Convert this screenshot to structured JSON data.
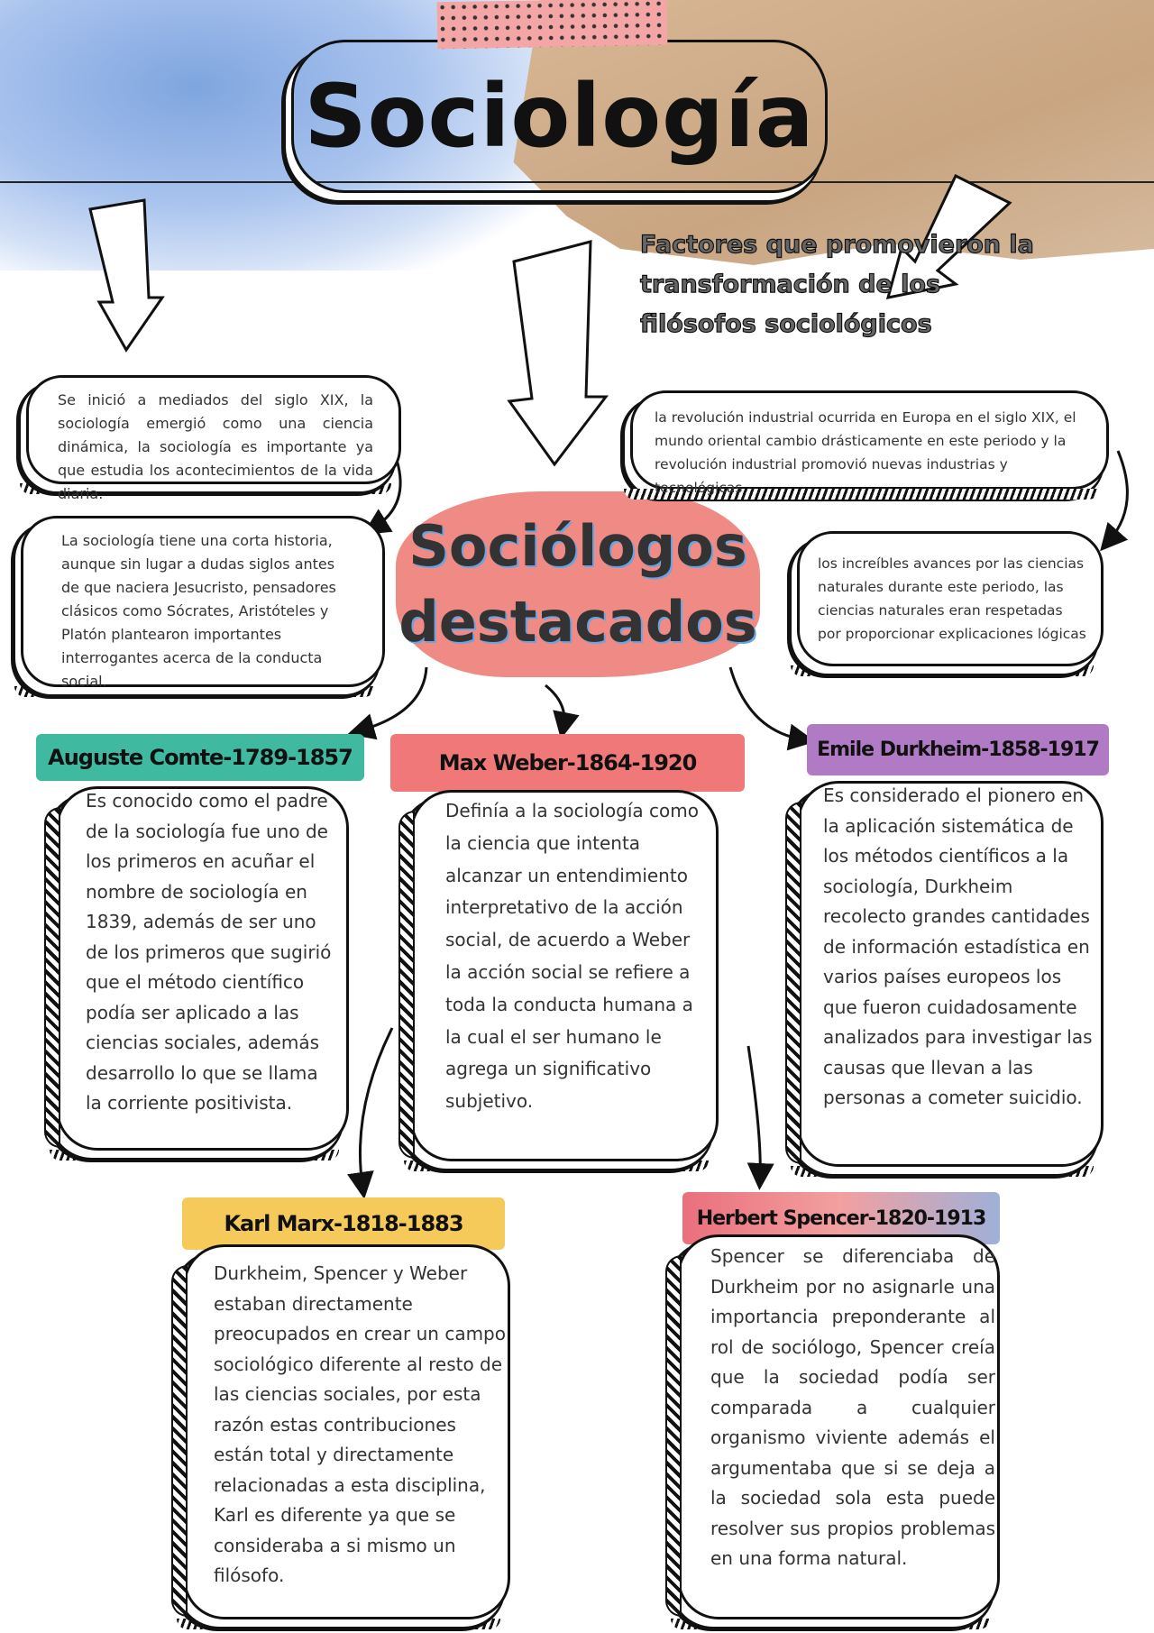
{
  "title": "Sociología",
  "intro_boxes": [
    "Se inició a mediados del siglo XIX, la sociología emergió como una ciencia dinámica, la sociología es importante ya que estudia los acontecimientos de la vida diaria.",
    "La sociología tiene una corta historia, aunque sin lugar a dudas siglos antes de que naciera Jesucristo, pensadores clásicos como Sócrates, Aristóteles y Platón plantearon importantes interrogantes acerca de la conducta social."
  ],
  "factores": {
    "title": "Factores que promovieron la transformación de los filósofos sociológicos",
    "items": [
      "la revolución industrial ocurrida en Europa en el siglo XIX, el mundo oriental cambio drásticamente en este periodo y la revolución industrial promovió nuevas industrias y tecnológicas",
      "los increíbles avances por las ciencias naturales durante este periodo, las ciencias naturales eran respetadas por proporcionar explicaciones lógicas"
    ]
  },
  "center": {
    "line1": "Sociólogos",
    "line2": "destacados"
  },
  "sociologists": [
    {
      "name": "Auguste Comte-1789-1857",
      "color": "#3fb9a0",
      "text": "Es conocido como el padre de la sociología fue uno de los primeros en acuñar el nombre de sociología en 1839, además de ser uno de los primeros que sugirió que el método científico podía ser aplicado a las ciencias sociales, además desarrollo lo que se llama la corriente positivista."
    },
    {
      "name": "Max Weber-1864-1920",
      "color": "#f07878",
      "text": "Definía a la sociología como la ciencia que intenta alcanzar un entendimiento interpretativo de la acción social, de acuerdo a Weber la acción social se refiere a toda la conducta humana a la cual el ser humano le agrega un significativo subjetivo."
    },
    {
      "name": "Emile Durkheim-1858-1917",
      "color": "#b07bc4",
      "text": "Es considerado el pionero en la aplicación sistemática de los métodos científicos a la sociología, Durkheim recolecto grandes cantidades de información estadística en varios países europeos los que fueron cuidadosamente analizados para investigar las causas que llevan a las personas a cometer suicidio."
    },
    {
      "name": "Karl Marx-1818-1883",
      "color": "#f5c95a",
      "text": "Durkheim, Spencer y Weber estaban directamente preocupados en crear un campo sociológico diferente al resto de las ciencias sociales, por esta razón estas contribuciones están total y directamente relacionadas a esta disciplina, Karl es diferente ya que se consideraba a si mismo un filósofo."
    },
    {
      "name": "Herbert Spencer-1820-1913",
      "color": "#e9808a",
      "text": "Spencer se diferenciaba de Durkheim por no asignarle una importancia preponderante al rol de sociólogo, Spencer creía que la sociedad podía ser comparada a cualquier organismo viviente además el argumentaba que si se deja a la sociedad sola esta puede resolver sus propios problemas en una forma natural."
    }
  ]
}
